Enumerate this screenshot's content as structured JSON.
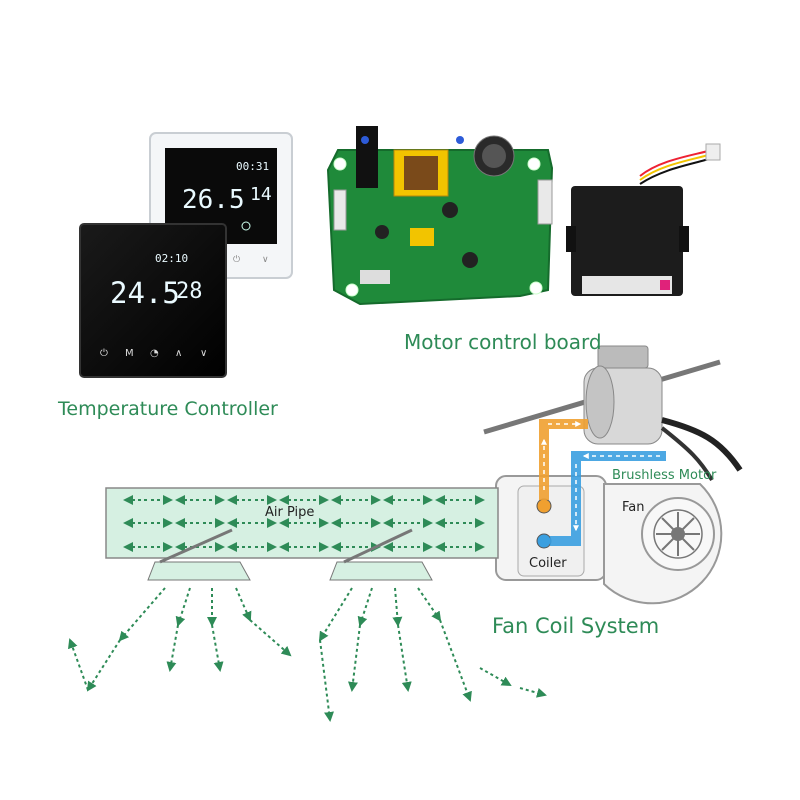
{
  "labels": {
    "motor_control_board": "Motor control board",
    "temperature_controller": "Temperature Controller",
    "fan_coil_system": "Fan Coil System",
    "brushless_motor": "Brushless Motor",
    "air_pipe": "Air Pipe",
    "fan": "Fan",
    "coiler": "Coiler"
  },
  "thermostat_white": {
    "clock": "00:31",
    "temp_main": "26.5",
    "temp_set": "14"
  },
  "thermostat_black": {
    "clock": "02:10",
    "temp_main": "24.5",
    "temp_set": "28",
    "buttons": [
      "⏻",
      "M",
      "◔",
      "∧",
      "∨"
    ]
  },
  "colors": {
    "label_green": "#2e8b57",
    "arrow_green": "#2e8b57",
    "duct_fill": "#d6f0e2",
    "hot_pipe": "#f0a030",
    "cold_pipe": "#3a9fe0",
    "pcb_green": "#1f8a3a"
  }
}
